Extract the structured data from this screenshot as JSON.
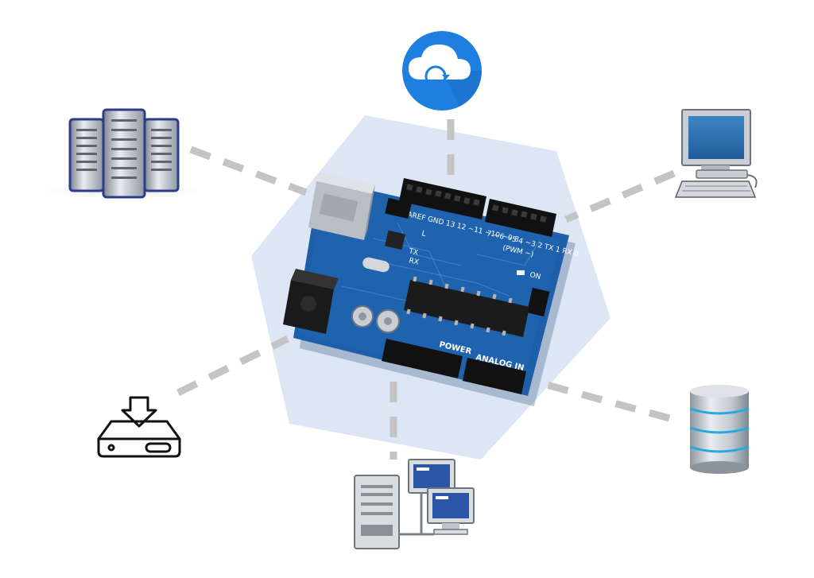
{
  "colors": {
    "hexagon": "#dde6f4",
    "connector": "#c4c4c4",
    "board": "#1d5fa9",
    "board_dark": "#17498a",
    "cloud_blue": "#1f7fe0",
    "monitor_screen": "#2f6fa8"
  },
  "board": {
    "top_header": "AREF GND 13 12 ~11 ~10 ~9 8",
    "top_header_right": "7 ~6 ~5 4 ~3 2 TX 1 RX 0",
    "pwm_label": "(PWM ~)",
    "tx_label": "TX",
    "rx_label": "RX",
    "on_label": "ON",
    "l_label": "L",
    "power_label": "POWER",
    "analog_label": "ANALOG IN"
  },
  "nodes": [
    {
      "id": "cloud",
      "icon": "cloud-sync-icon"
    },
    {
      "id": "servers",
      "icon": "server-rack-icon"
    },
    {
      "id": "computer",
      "icon": "desktop-computer-icon"
    },
    {
      "id": "download",
      "icon": "download-drive-icon"
    },
    {
      "id": "database",
      "icon": "database-icon"
    },
    {
      "id": "network",
      "icon": "network-computers-icon"
    }
  ]
}
